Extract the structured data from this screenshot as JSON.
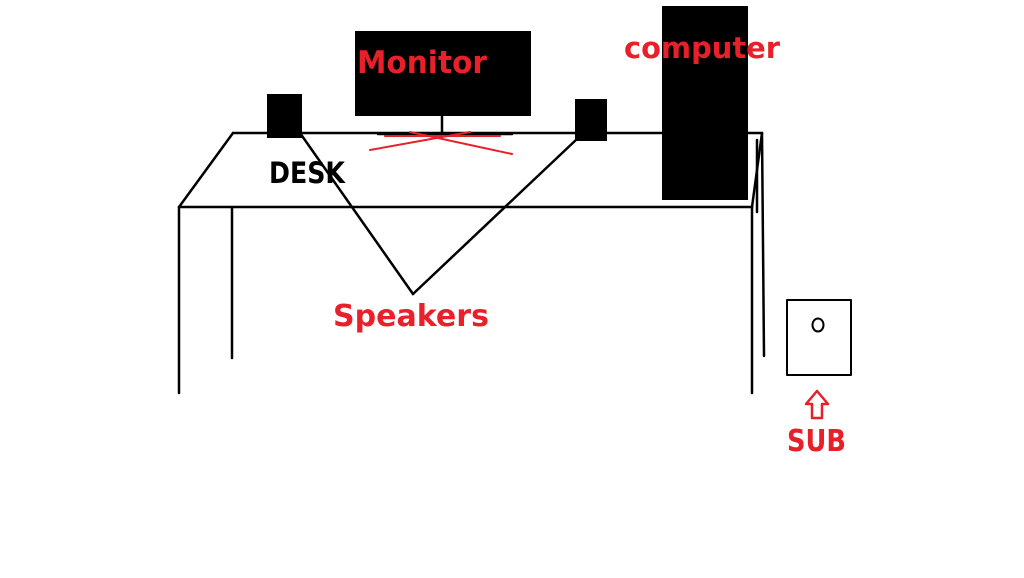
{
  "labels": {
    "monitor": "Monitor",
    "computer": "computer",
    "desk": "DESK",
    "speakers": "Speakers",
    "sub": "SUB"
  },
  "colors": {
    "label_red": "#e8202a",
    "ink": "#000000",
    "background": "#ffffff"
  },
  "icons": {
    "sub_arrow": "up-arrow-icon"
  }
}
